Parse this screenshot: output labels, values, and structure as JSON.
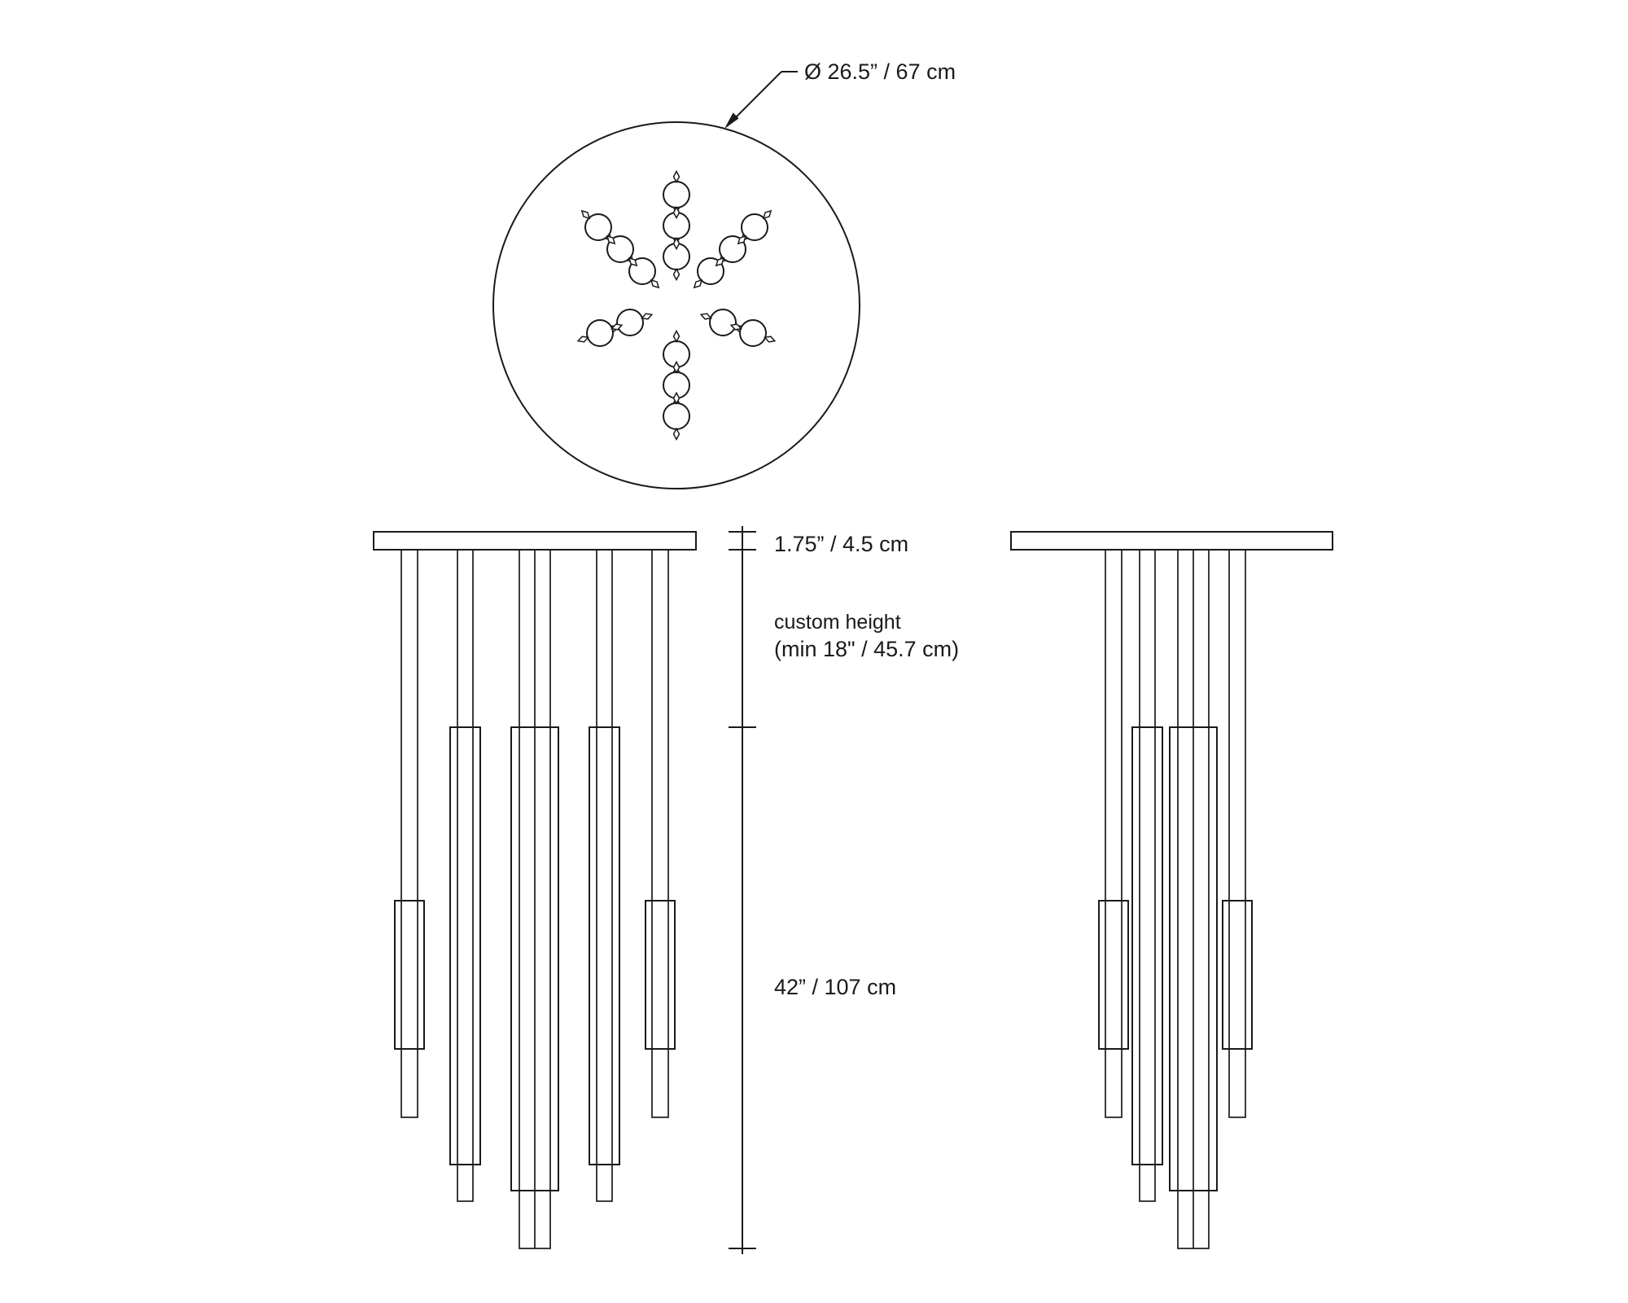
{
  "colors": {
    "ink": "#1a1a1a",
    "background": "#ffffff"
  },
  "top_view": {
    "diameter_label": "Ø 26.5” / 67 cm"
  },
  "elevation": {
    "canopy_thickness_label": "1.75” / 4.5 cm",
    "custom_height_label": "custom height",
    "custom_height_min_label": "(min 18\" / 45.7 cm)",
    "fixture_height_label": "42” / 107 cm"
  }
}
